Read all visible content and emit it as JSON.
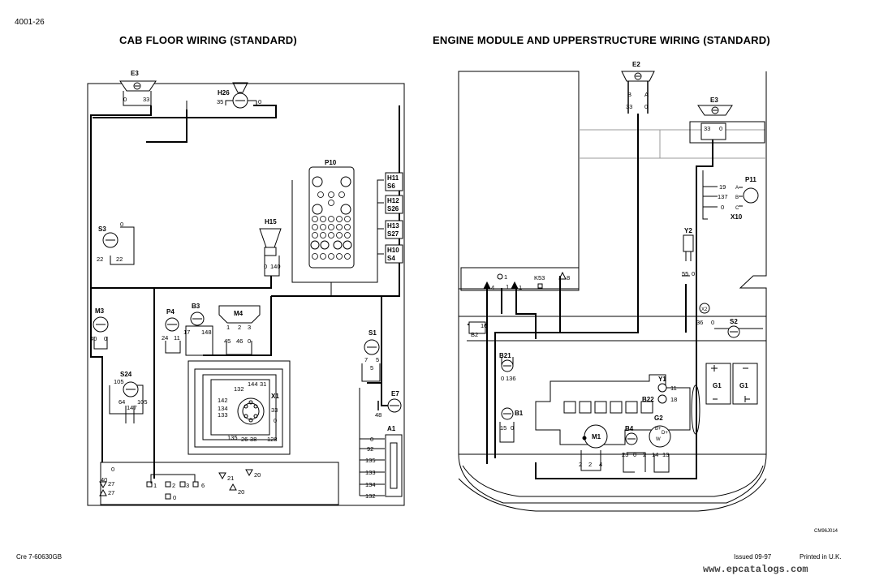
{
  "page_ref": "4001-26",
  "left_title": "CAB FLOOR WIRING (STANDARD)",
  "right_title": "ENGINE MODULE AND UPPERSTRUCTURE WIRING (STANDARD)",
  "doc_code": "Cre 7-60630GB",
  "issued": "Issued 09-97",
  "printed": "Printed in U.K.",
  "diagram_code": "CM96J014",
  "watermark": "www.epcatalogs.com",
  "left": {
    "E3": "E3",
    "E3_pins": [
      "0",
      "33"
    ],
    "H26": "H26",
    "H26_pins": [
      "35",
      "0"
    ],
    "P10": "P10",
    "H11": "H11",
    "S6": "S6",
    "H12": "H12",
    "S26": "S26",
    "H13": "H13",
    "S27": "S27",
    "H10": "H10",
    "S4": "S4",
    "H15": "H15",
    "H15_pins": [
      "0",
      "140"
    ],
    "S3": "S3",
    "S3_pins": [
      "0",
      "22",
      "22"
    ],
    "M3": "M3",
    "M3_pins": [
      "40",
      "0"
    ],
    "P4": "P4",
    "P4_pins": [
      "24",
      "11"
    ],
    "B3": "B3",
    "B3_pins": [
      "17",
      "148"
    ],
    "M4": "M4",
    "M4_pins": [
      "1",
      "2",
      "3",
      "45",
      "46",
      "0"
    ],
    "S1": "S1",
    "S1_pins": [
      "7",
      "5",
      "5"
    ],
    "S24": "S24",
    "S24_pins": [
      "105",
      "64",
      "105",
      "147"
    ],
    "X1": "X1",
    "X1_pins": [
      "132",
      "144",
      "31",
      "142",
      "134",
      "133",
      "33",
      "0",
      "135",
      "26",
      "38",
      "128"
    ],
    "E7": "E7",
    "E7_pin": "48",
    "A1": "A1",
    "A1_pins": [
      "0",
      "92",
      "135",
      "133",
      "134",
      "132"
    ],
    "ground_refs": [
      "21",
      "20",
      "20",
      "27",
      "27"
    ],
    "bottom_pins": [
      "0",
      "40",
      "1",
      "2",
      "3",
      "6",
      "0"
    ]
  },
  "right": {
    "E2": "E2",
    "E2_pins": [
      "B",
      "A",
      "33",
      "0"
    ],
    "E3": "E3",
    "E3_pins": [
      "33",
      "0"
    ],
    "P11": "P11",
    "X10": "X10",
    "P11_pins": [
      "19",
      "137",
      "0",
      "A",
      "B",
      "C"
    ],
    "Y2": "Y2",
    "Y2_pins": [
      "55",
      "0"
    ],
    "K53": "K53",
    "refs": [
      "4",
      "1",
      "1",
      "1",
      "8"
    ],
    "B2": "B2",
    "B2_pin": "16",
    "B21": "B21",
    "B21_pins": [
      "0",
      "136"
    ],
    "B1": "B1",
    "B1_pins": [
      "15",
      "0"
    ],
    "X2": "X2",
    "S2": "S2",
    "S2_pins": [
      "36",
      "0"
    ],
    "Y1": "Y1",
    "Y1_pin": "11",
    "B22": "B22",
    "B22_pin": "18",
    "G1a": "G1",
    "G1b": "G1",
    "M1": "M1",
    "M1_pins": [
      "2",
      "2",
      "4"
    ],
    "B4": "B4",
    "B4_pins": [
      "23",
      "0",
      "2"
    ],
    "G2": "G2",
    "G2_pins": [
      "14",
      "13",
      "W",
      "D+",
      "B+"
    ]
  }
}
